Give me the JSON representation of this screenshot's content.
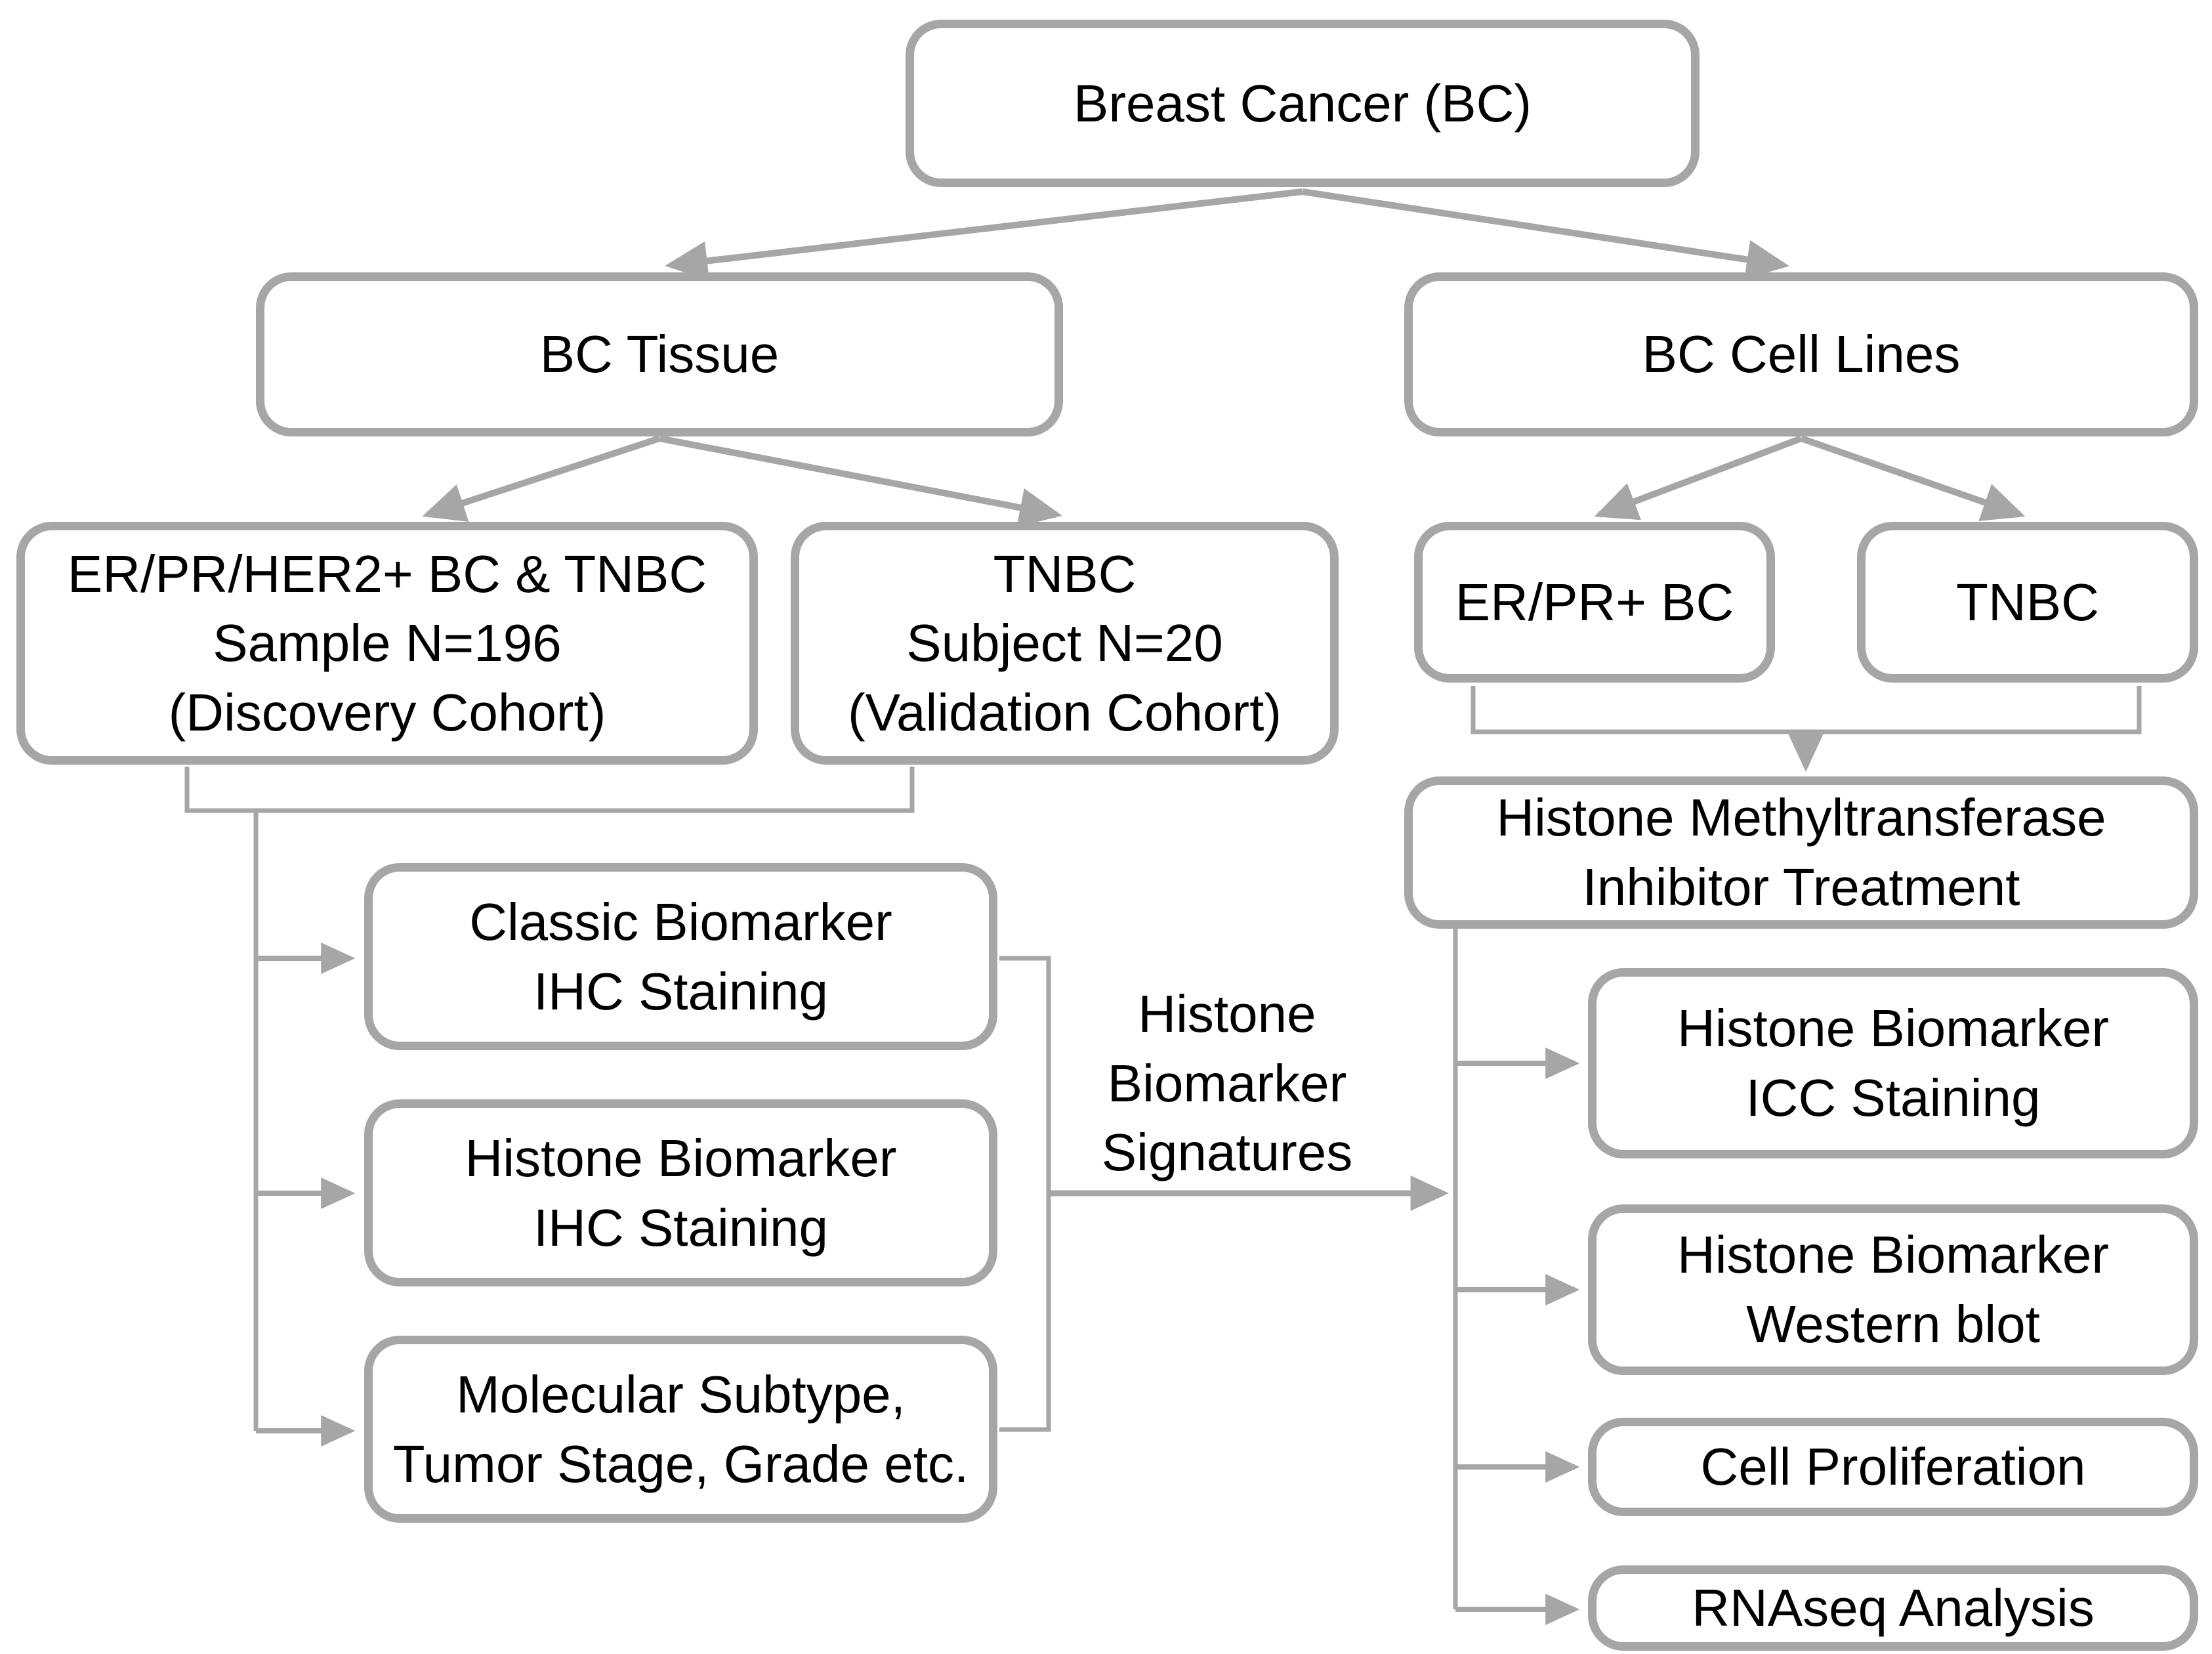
{
  "diagram_type": "flowchart",
  "colors": {
    "line": "#a6a6a6",
    "text": "#000000",
    "background": "#ffffff"
  },
  "nodes": [
    {
      "id": "breast-cancer",
      "lines": [
        "Breast Cancer (BC)"
      ]
    },
    {
      "id": "bc-tissue",
      "lines": [
        "BC Tissue"
      ]
    },
    {
      "id": "bc-cell-lines",
      "lines": [
        "BC Cell Lines"
      ]
    },
    {
      "id": "discovery-cohort",
      "lines": [
        "ER/PR/HER2+ BC & TNBC",
        "Sample N=196",
        "(Discovery Cohort)"
      ]
    },
    {
      "id": "validation-cohort",
      "lines": [
        "TNBC",
        "Subject N=20",
        "(Validation Cohort)"
      ]
    },
    {
      "id": "erpr-bc",
      "lines": [
        "ER/PR+ BC"
      ]
    },
    {
      "id": "tnbc-cell-line",
      "lines": [
        "TNBC"
      ]
    },
    {
      "id": "hmt-inhibitor",
      "lines": [
        "Histone Methyltransferase",
        "Inhibitor Treatment"
      ]
    },
    {
      "id": "classic-biomarker-ihc",
      "lines": [
        "Classic Biomarker",
        "IHC Staining"
      ]
    },
    {
      "id": "histone-biomarker-ihc",
      "lines": [
        "Histone Biomarker",
        "IHC Staining"
      ]
    },
    {
      "id": "molecular-subtype",
      "lines": [
        "Molecular Subtype,",
        "Tumor Stage, Grade etc."
      ]
    },
    {
      "id": "histone-biomarker-icc",
      "lines": [
        "Histone Biomarker",
        "ICC Staining"
      ]
    },
    {
      "id": "histone-biomarker-western",
      "lines": [
        "Histone Biomarker",
        "Western blot"
      ]
    },
    {
      "id": "cell-proliferation",
      "lines": [
        "Cell Proliferation"
      ]
    },
    {
      "id": "rnaseq-analysis",
      "lines": [
        "RNAseq Analysis"
      ]
    }
  ],
  "floating_label": {
    "id": "histone-biomarker-signatures",
    "lines": [
      "Histone",
      "Biomarker",
      "Signatures"
    ]
  },
  "edges": [
    {
      "from": "breast-cancer",
      "to": "bc-tissue"
    },
    {
      "from": "breast-cancer",
      "to": "bc-cell-lines"
    },
    {
      "from": "bc-tissue",
      "to": "discovery-cohort"
    },
    {
      "from": "bc-tissue",
      "to": "validation-cohort"
    },
    {
      "from": "bc-cell-lines",
      "to": "erpr-bc"
    },
    {
      "from": "bc-cell-lines",
      "to": "tnbc-cell-line"
    },
    {
      "from": [
        "erpr-bc",
        "tnbc-cell-line"
      ],
      "to": "hmt-inhibitor"
    },
    {
      "from": [
        "discovery-cohort",
        "validation-cohort"
      ],
      "to": [
        "classic-biomarker-ihc",
        "histone-biomarker-ihc",
        "molecular-subtype"
      ]
    },
    {
      "from": [
        "classic-biomarker-ihc",
        "histone-biomarker-ihc",
        "molecular-subtype"
      ],
      "via": "histone-biomarker-signatures",
      "to": "hmt-trunk"
    },
    {
      "from": "hmt-inhibitor",
      "to": [
        "histone-biomarker-icc",
        "histone-biomarker-western",
        "cell-proliferation",
        "rnaseq-analysis"
      ]
    }
  ]
}
